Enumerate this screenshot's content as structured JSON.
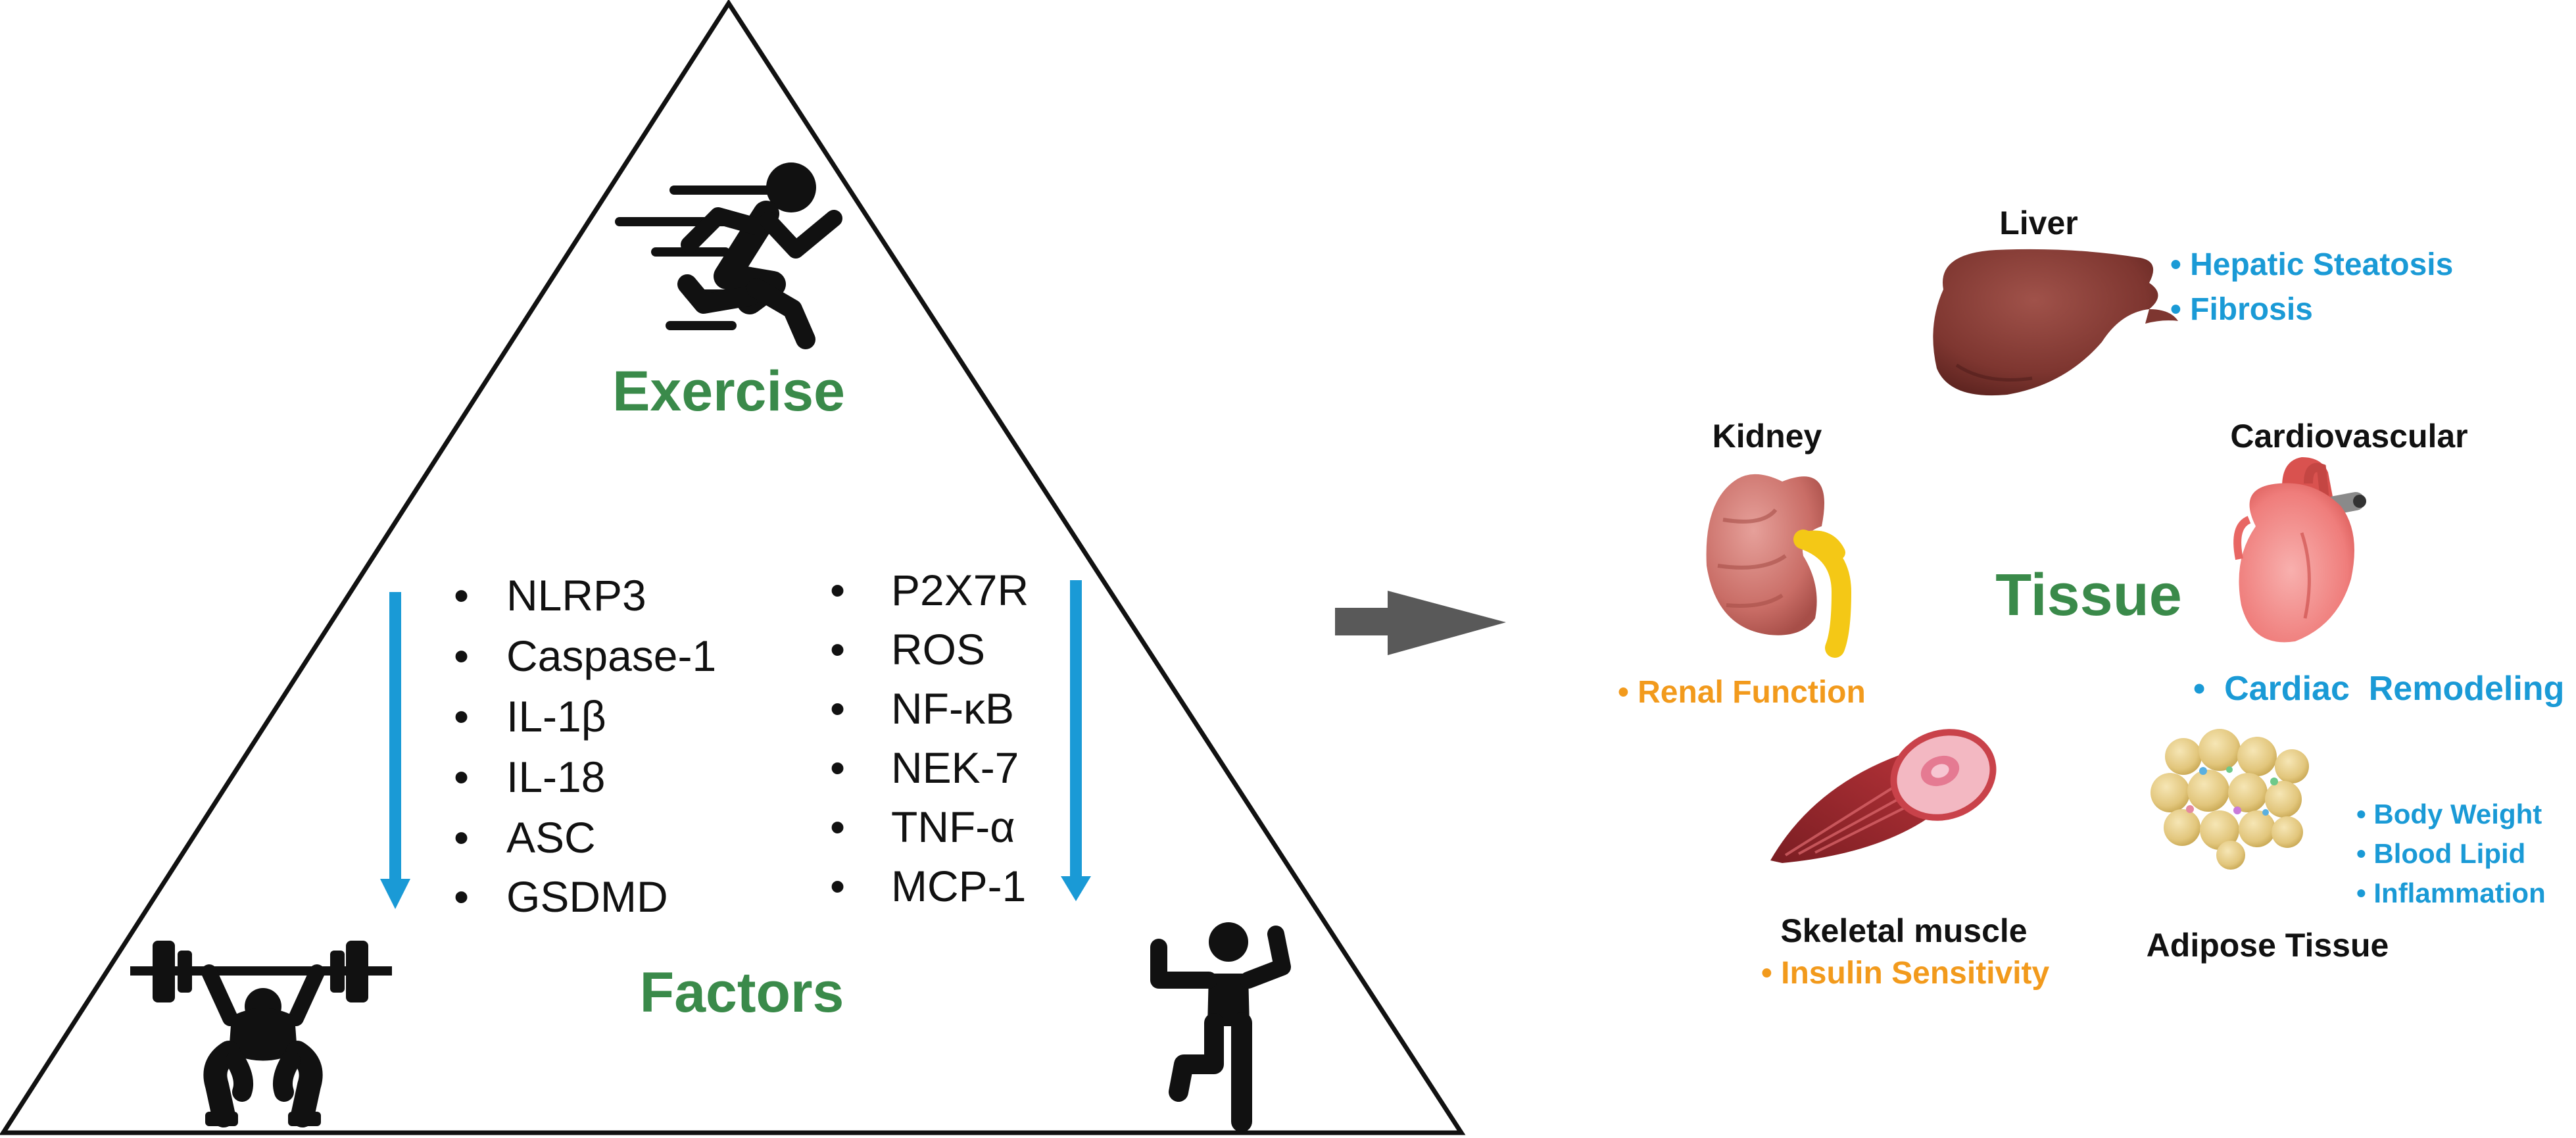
{
  "triangle": {
    "title": "Exercise",
    "factors_title": "Factors",
    "list_left": [
      "NLRP3",
      "Caspase-1",
      "IL-1β",
      "IL-18",
      "ASC",
      "GSDMD"
    ],
    "list_right": [
      "P2X7R",
      "ROS",
      "NF-κB",
      "NEK-7",
      "TNF-α",
      "MCP-1"
    ],
    "bullet": "•"
  },
  "tissue": {
    "title": "Tissue",
    "liver": {
      "label": "Liver",
      "effects": [
        "• Hepatic Steatosis",
        "• Fibrosis"
      ]
    },
    "kidney": {
      "label": "Kidney",
      "effects": [
        "• Renal Function"
      ]
    },
    "cardio": {
      "label": "Cardiovascular",
      "effects": [
        "•  Cardiac  Remodeling"
      ]
    },
    "muscle": {
      "label": "Skeletal muscle",
      "effects": [
        "• Insulin Sensitivity"
      ]
    },
    "adipose": {
      "label": "Adipose Tissue",
      "effects": [
        "• Body Weight",
        "• Blood Lipid",
        "• Inflammation"
      ]
    }
  },
  "colors": {
    "title_green": "#3a8a4a",
    "arrow_blue": "#1a9ad6",
    "effect_blue": "#1a9ad6",
    "effect_orange": "#f29a1c",
    "connector_gray": "#595959"
  },
  "icons": [
    "running-person-icon",
    "weightlifter-icon",
    "dancer-icon",
    "liver-icon",
    "kidney-icon",
    "heart-icon",
    "muscle-icon",
    "adipose-icon"
  ]
}
